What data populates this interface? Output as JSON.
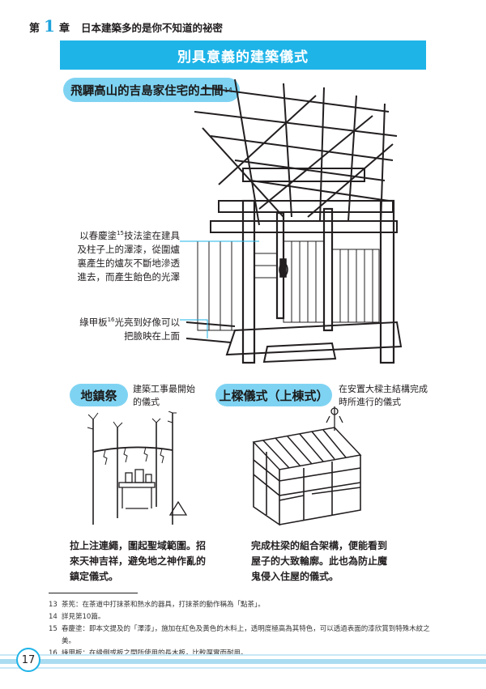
{
  "header": {
    "chapter_prefix": "第",
    "chapter_number": "1",
    "chapter_suffix": "章",
    "chapter_title": "日本建築多的是你不知道的祕密"
  },
  "banner": {
    "title": "別具意義的建築儀式"
  },
  "main_section": {
    "title": "飛驒高山的吉島家住宅的土間",
    "title_ref": "14",
    "callout_1_pre": "以春慶塗",
    "callout_1_ref": "15",
    "callout_1_post": "技法塗在建具及柱子上的澤漆，從圍爐裏產生的爐灰不斷地滲透進去，而產生飴色的光澤",
    "callout_2_pre": "綠甲板",
    "callout_2_ref": "16",
    "callout_2_post": "光亮到好像可以把臉映在上面"
  },
  "jichin": {
    "label": "地鎮祭",
    "note": "建築工事最開始的儀式",
    "caption": "拉上注連繩，圍起聖域範圍。招來天神吉祥，避免地之神作亂的鎮定儀式。"
  },
  "joto": {
    "label": "上樑儀式（上棟式）",
    "note": "在安置大樑主結構完成時所進行的儀式",
    "caption": "完成柱梁的組合架構，便能看到屋子的大致輪廓。此也為防止魔鬼侵入住屋的儀式。"
  },
  "footnotes": [
    {
      "num": "13",
      "text": "茶筅：在茶道中打抹茶和熱水的器具，打抹茶的動作稱為「點茶」。"
    },
    {
      "num": "14",
      "text": "詳見第10篇。"
    },
    {
      "num": "15",
      "text": "春慶塗：即本文提及的「澤漆」，施加在紅色及黃色的木料上，透明度極高為其特色，可以透過表面的漆欣賞到特殊木紋之美。"
    },
    {
      "num": "16",
      "text": "綠甲板：在緣側或板之間所使用的長木板，比較厚實而耐用。"
    }
  ],
  "page": {
    "number": "17"
  },
  "colors": {
    "accent": "#1fb4e8",
    "pill": "#7fd3f2",
    "band": "#aadcf1"
  }
}
